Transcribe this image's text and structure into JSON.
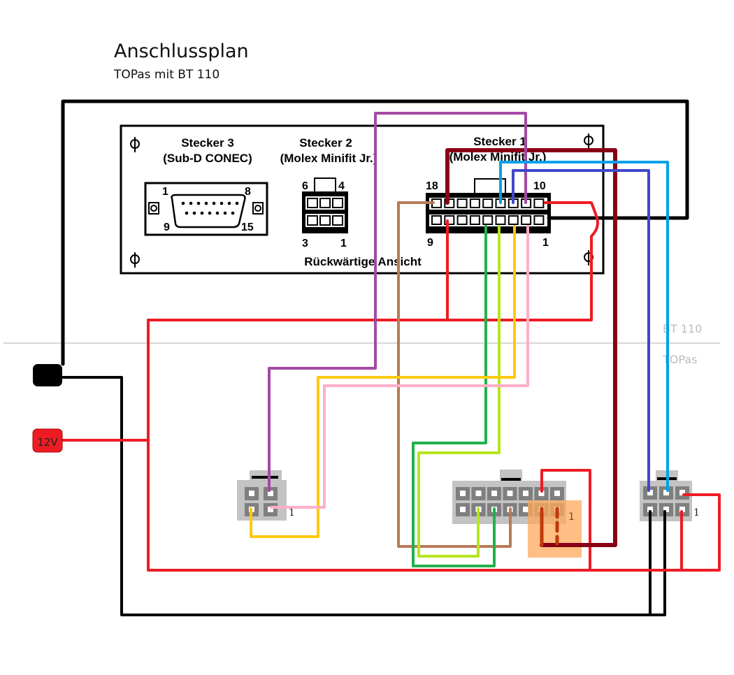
{
  "header": {
    "title": "Anschlussplan",
    "subtitle": "TOPas mit BT 110"
  },
  "panel": {
    "plug3": {
      "title": "Stecker 3",
      "subtitle": "(Sub-D CONEC)",
      "pin_tl": "1",
      "pin_tr": "8",
      "pin_bl": "9",
      "pin_br": "15"
    },
    "plug2": {
      "title": "Stecker 2",
      "subtitle": "(Molex Minifit Jr.)",
      "pin_tl": "6",
      "pin_tr": "4",
      "pin_bl": "3",
      "pin_br": "1"
    },
    "plug1": {
      "title": "Stecker 1",
      "subtitle": "(Molex Minifit Jr.)",
      "pin_tl": "18",
      "pin_tr": "10",
      "pin_bl": "9",
      "pin_br": "1"
    },
    "view_label": "Rückwärtige Ansicht"
  },
  "sections": {
    "upper": "BT 110",
    "lower": "TOPas"
  },
  "supply": {
    "ground_label": "",
    "power_label": "12V"
  },
  "connectors": {
    "left_pin1_label": "1",
    "middle_pin1_label": "1",
    "right_pin1_label": "1"
  },
  "wire_colors": {
    "black": "#000000",
    "red": "#ed1c24",
    "dark_red": "#880015",
    "purple": "#a349a4",
    "brown": "#b97a57",
    "light_blue": "#00a2e8",
    "blue": "#3f48cc",
    "green": "#22b14c",
    "lime": "#b5e61d",
    "yellow": "#ffc90e",
    "pink": "#ffaec9",
    "highlight": "#ffb27a"
  }
}
